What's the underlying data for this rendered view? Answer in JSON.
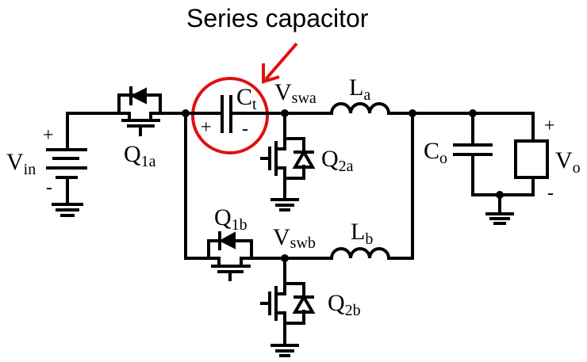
{
  "annotation": {
    "title": "Series capacitor",
    "highlight_color": "#e01010"
  },
  "components": {
    "vin": {
      "main": "V",
      "sub": "in",
      "plus": "+",
      "minus": "-"
    },
    "q1a": {
      "main": "Q",
      "sub": "1a"
    },
    "ct": {
      "main": "C",
      "sub": "t",
      "plus": "+",
      "minus": "-"
    },
    "vswa": {
      "main": "V",
      "sub": "swa"
    },
    "la": {
      "main": "L",
      "sub": "a"
    },
    "q2a": {
      "main": "Q",
      "sub": "2a"
    },
    "co": {
      "main": "C",
      "sub": "o"
    },
    "vo": {
      "main": "V",
      "sub": "o",
      "plus": "+",
      "minus": "-"
    },
    "q1b": {
      "main": "Q",
      "sub": "1b"
    },
    "vswb": {
      "main": "V",
      "sub": "swb"
    },
    "lb": {
      "main": "L",
      "sub": "b"
    },
    "q2b": {
      "main": "Q",
      "sub": "2b"
    }
  }
}
